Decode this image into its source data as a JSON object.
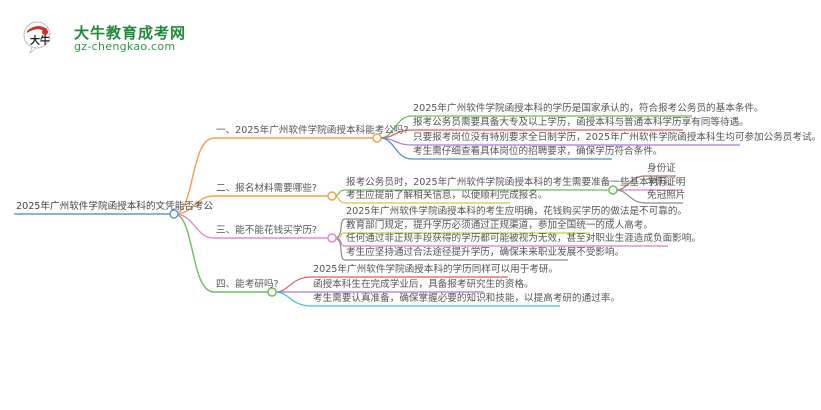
{
  "brand": {
    "name": "大牛教育成考网",
    "url": "gz-chengkao.com",
    "colors": {
      "green": "#1f8a3a",
      "red": "#c8312c"
    }
  },
  "mindmap": {
    "root": {
      "text": "2025年广州软件学院函授本科的文凭能否考公",
      "line_color": "#5b9bd5"
    },
    "branches": [
      {
        "label": "一、2025年广州软件学院函授本科能考公吗?",
        "color": "#f5a04a",
        "children": [
          {
            "text": "2025年广州软件学院函授本科的学历是国家承认的，符合报考公务员的基本条件。",
            "color": "#6cbf5b"
          },
          {
            "text": "报考公务员需要具备大专及以上学历，函授本科与普通本科学历享有同等待遇。",
            "color": "#e05a5a"
          },
          {
            "text": "只要报考岗位没有特别要求全日制学历，2025年广州软件学院函授本科生均可参加公务员考试。",
            "color": "#a67bd6"
          },
          {
            "text": "考生需仔细查看具体岗位的招聘要求，确保学历符合条件。",
            "color": "#4a90c8"
          }
        ]
      },
      {
        "label": "二、报名材料需要哪些?",
        "color": "#f5a04a",
        "children": [
          {
            "text": "报考公务员时，2025年广州软件学院函授本科的考生需要准备一些基本材料：",
            "color": "#6cbf5b",
            "children": [
              {
                "text": "身份证",
                "color": "#a07868"
              },
              {
                "text": "学历证明",
                "color": "#e07ac8"
              },
              {
                "text": "免冠照片",
                "color": "#8a8a8a"
              }
            ]
          },
          {
            "text": "考生应提前了解相关信息，以便顺利完成报名。",
            "color": "#c9c94a"
          }
        ]
      },
      {
        "label": "三、能不能花钱买学历?",
        "color": "#e88ad0",
        "children": [
          {
            "text": "2025年广州软件学院函授本科的考生应明确，花钱购买学历的做法是不可靠的。",
            "color": "#8a8a8a"
          },
          {
            "text": "教育部门规定，提升学历必须通过正规渠道，参加全国统一的成人高考。",
            "color": "#c9c94a"
          },
          {
            "text": "任何通过非正规手段获得的学历都可能被视为无效，甚至对职业生涯造成负面影响。",
            "color": "#e07ac8"
          },
          {
            "text": "考生应坚持通过合法途径提升学历，确保未来职业发展不受影响。",
            "color": "#8a8a8a"
          }
        ]
      },
      {
        "label": "四、能考研吗?",
        "color": "#6cbf5b",
        "children": [
          {
            "text": "2025年广州软件学院函授本科的学历同样可以用于考研。",
            "color": "#e05a5a"
          },
          {
            "text": "函授本科生在完成学业后，具备报考研究生的资格。",
            "color": "#a67bd6"
          },
          {
            "text": "考生需要认真准备，确保掌握必要的知识和技能，以提高考研的通过率。",
            "color": "#3ec8d8"
          }
        ]
      }
    ]
  }
}
